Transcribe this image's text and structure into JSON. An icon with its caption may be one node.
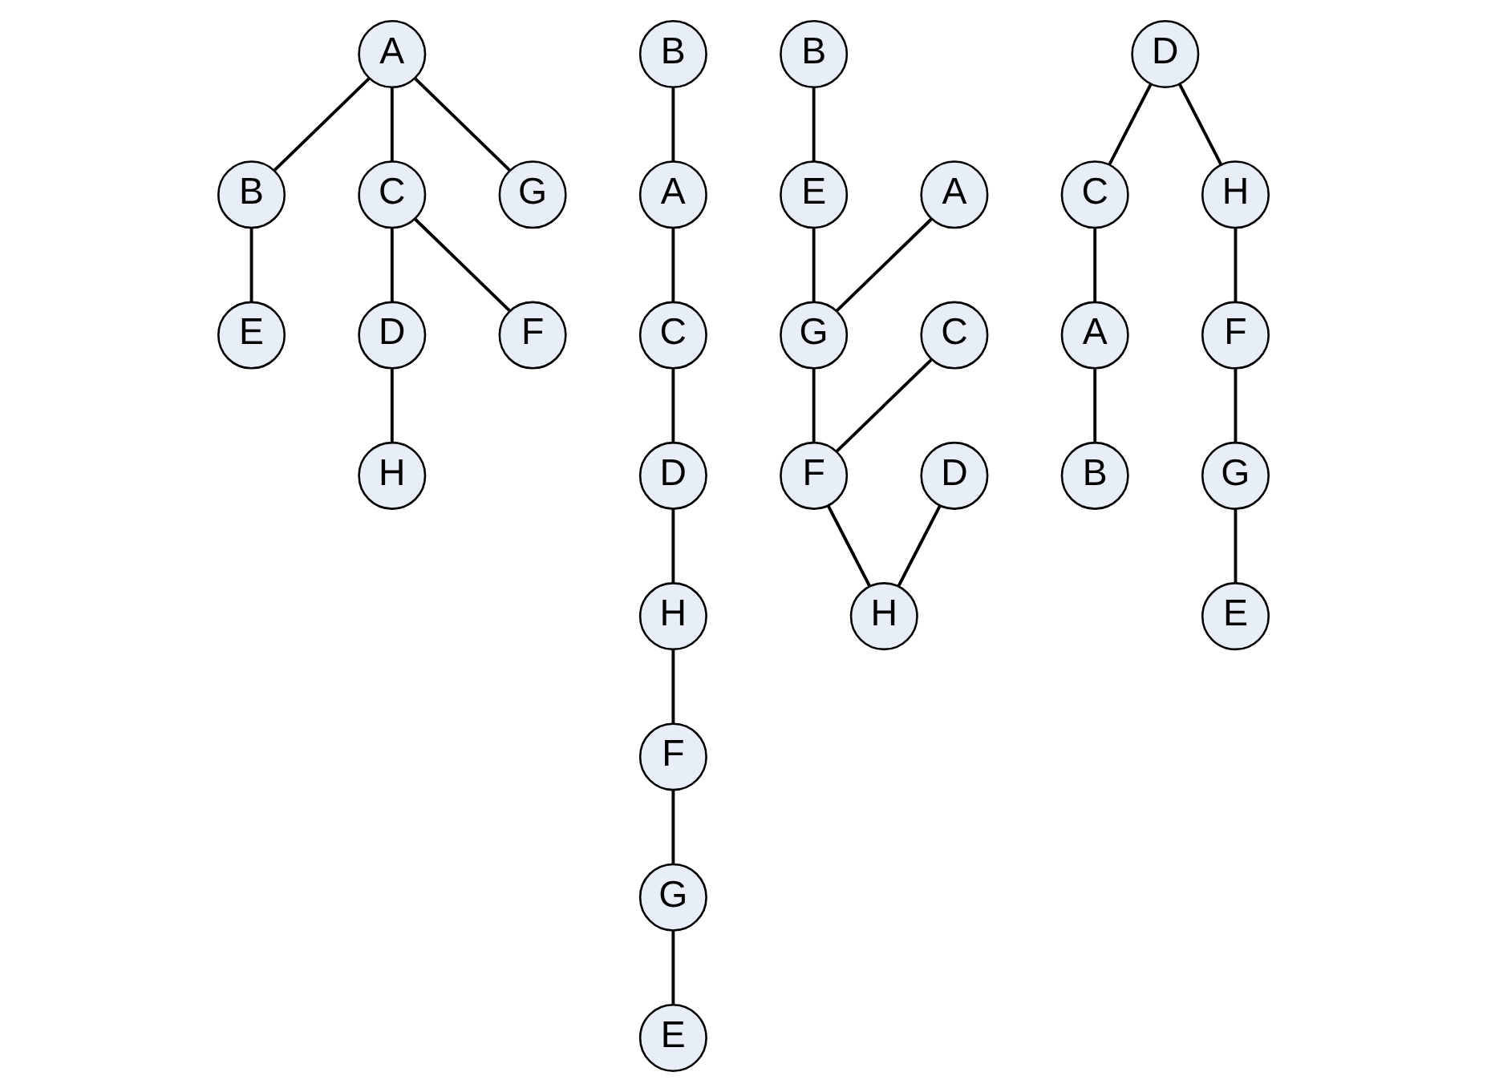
{
  "diagram": {
    "nodes": [
      {
        "text": [
          "A"
        ]
      },
      {
        "text": [
          "B"
        ]
      },
      {
        "text": [
          "C"
        ]
      },
      {
        "text": [
          "D"
        ]
      },
      {
        "text": [
          "E"
        ]
      },
      {
        "text": [
          "F"
        ]
      },
      {
        "text": [
          "H"
        ]
      },
      {
        "text": [
          "G"
        ]
      },
      {
        "text": [
          "A"
        ]
      },
      {
        "text": [
          "B"
        ]
      },
      {
        "text": [
          "C"
        ]
      },
      {
        "text": [
          "D"
        ]
      },
      {
        "text": [
          "E"
        ]
      },
      {
        "text": [
          "F"
        ]
      },
      {
        "text": [
          "H"
        ]
      },
      {
        "text": [
          "G"
        ]
      },
      {
        "text": [
          "B"
        ]
      },
      {
        "text": [
          "A"
        ]
      },
      {
        "text": [
          "C"
        ]
      },
      {
        "text": [
          "D"
        ]
      },
      {
        "text": [
          "E"
        ]
      },
      {
        "text": [
          "F"
        ]
      },
      {
        "text": [
          "H"
        ]
      },
      {
        "text": [
          "G"
        ]
      },
      {
        "text": [
          "A"
        ]
      },
      {
        "text": [
          "D"
        ]
      },
      {
        "text": [
          "C"
        ]
      },
      {
        "text": [
          "B"
        ]
      },
      {
        "text": [
          "H"
        ]
      },
      {
        "text": [
          "F"
        ]
      },
      {
        "text": [
          "E"
        ]
      },
      {
        "text": [
          "G"
        ]
      }
    ],
    "edges": [
      {
        "from": 0,
        "to": 1,
        "arrow": "none"
      },
      {
        "from": 0,
        "to": 2,
        "arrow": "none"
      },
      {
        "from": 0,
        "to": 7,
        "arrow": "none"
      },
      {
        "from": 1,
        "to": 4,
        "arrow": "none"
      },
      {
        "from": 2,
        "to": 3,
        "arrow": "none"
      },
      {
        "from": 2,
        "to": 5,
        "arrow": "none"
      },
      {
        "from": 3,
        "to": 6,
        "arrow": "none"
      },
      {
        "from": 9,
        "to": 8,
        "arrow": "none"
      },
      {
        "from": 8,
        "to": 10,
        "arrow": "none"
      },
      {
        "from": 10,
        "to": 11,
        "arrow": "none"
      },
      {
        "from": 11,
        "to": 14,
        "arrow": "none"
      },
      {
        "from": 14,
        "to": 13,
        "arrow": "none"
      },
      {
        "from": 13,
        "to": 15,
        "arrow": "none"
      },
      {
        "from": 15,
        "to": 12,
        "arrow": "none"
      },
      {
        "from": 16,
        "to": 20,
        "arrow": "none"
      },
      {
        "from": 17,
        "to": 23,
        "arrow": "none"
      },
      {
        "from": 18,
        "to": 21,
        "arrow": "none"
      },
      {
        "from": 19,
        "to": 22,
        "arrow": "none"
      },
      {
        "from": 20,
        "to": 23,
        "arrow": "none"
      },
      {
        "from": 23,
        "to": 21,
        "arrow": "none"
      },
      {
        "from": 21,
        "to": 22,
        "arrow": "none"
      },
      {
        "from": 25,
        "to": 26,
        "arrow": "none"
      },
      {
        "from": 26,
        "to": 24,
        "arrow": "none"
      },
      {
        "from": 24,
        "to": 27,
        "arrow": "none"
      },
      {
        "from": 25,
        "to": 28,
        "arrow": "none"
      },
      {
        "from": 28,
        "to": 29,
        "arrow": "none"
      },
      {
        "from": 29,
        "to": 31,
        "arrow": "none"
      },
      {
        "from": 31,
        "to": 30,
        "arrow": "none"
      }
    ]
  }
}
